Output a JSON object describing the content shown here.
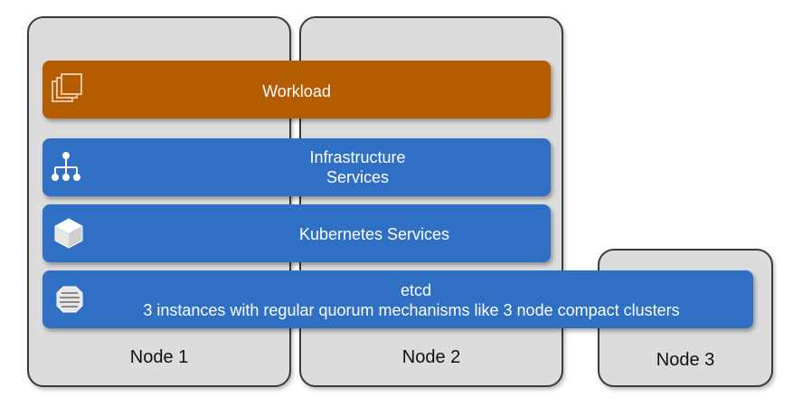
{
  "nodes": [
    {
      "label": "Node 1"
    },
    {
      "label": "Node 2"
    },
    {
      "label": "Node 3"
    }
  ],
  "layers": {
    "workload": {
      "line1": "Workload",
      "icon": "layers-icon",
      "color": "#b35c00"
    },
    "infrastructure": {
      "line1": "Infrastructure",
      "line2": "Services",
      "icon": "hierarchy-icon",
      "color": "#2f6fc4"
    },
    "kubernetes": {
      "line1": "Kubernetes Services",
      "icon": "cube-icon",
      "color": "#2f6fc4"
    },
    "etcd": {
      "line1": "etcd",
      "line2": "3 instances with regular quorum mechanisms like 3 node compact clusters",
      "icon": "binary-data-icon",
      "color": "#2f6fc4"
    }
  }
}
